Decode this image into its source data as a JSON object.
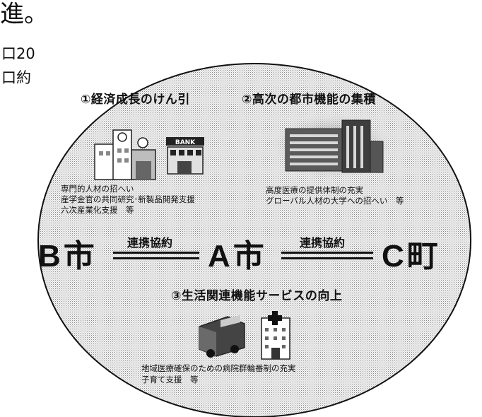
{
  "fragments": {
    "line1": "進。",
    "line2": "口20",
    "line3": "口約"
  },
  "sections": {
    "growth": {
      "title": "①経済成長のけん引",
      "items": [
        "専門的人材の招へい",
        "産学金官の共同研究･新製品開発支援",
        "六次産業化支援　等"
      ]
    },
    "urban": {
      "title": "②高次の都市機能の集積",
      "items": [
        "高度医療の提供体制の充実",
        "グローバル人材の大学への招へい　等"
      ]
    },
    "living": {
      "title": "③生活関連機能サービスの向上",
      "items": [
        "地域医療確保のための病院群輪番制の充実",
        "子育て支援　等"
      ]
    }
  },
  "cities": {
    "left": "B市",
    "center": "A市",
    "right": "C町"
  },
  "links": {
    "left_label": "連携協約",
    "right_label": "連携協約"
  },
  "illustrations": {
    "bank_sign": "BANK",
    "icons": [
      "school-icon",
      "bank-icon",
      "office-buildings-icon",
      "bus-icon",
      "hospital-icon"
    ]
  }
}
